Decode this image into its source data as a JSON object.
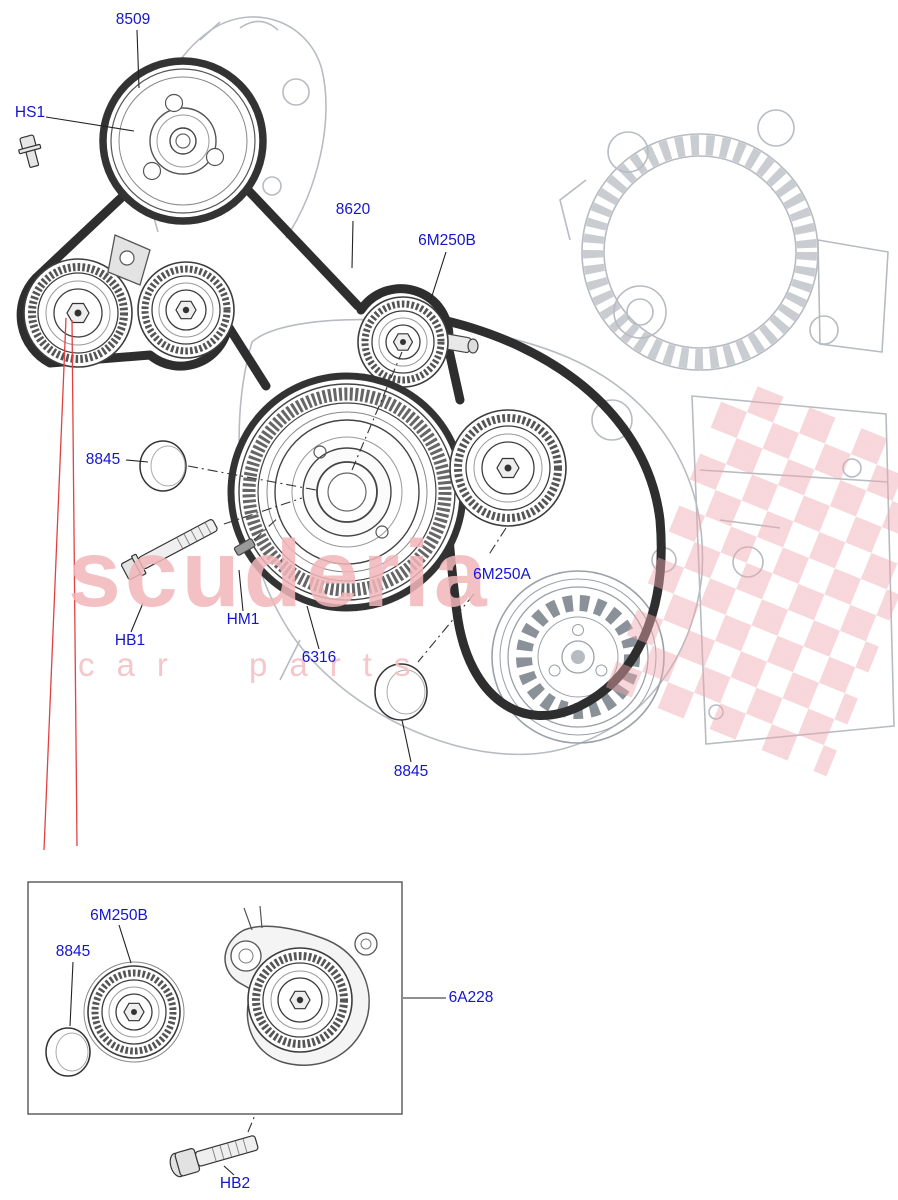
{
  "watermark": {
    "primary": "scuderia",
    "secondary": "car parts"
  },
  "labels": {
    "p8509": "8509",
    "hs1": "HS1",
    "p8620": "8620",
    "p6m250b": "6M250B",
    "p8845_top": "8845",
    "hb1": "HB1",
    "hm1": "HM1",
    "p6316": "6316",
    "p6m250a": "6M250A",
    "p8845_mid": "8845",
    "inset_6m250b": "6M250B",
    "inset_8845": "8845",
    "p6a228": "6A228",
    "hb2": "HB2"
  },
  "colors": {
    "label_blue": "#1414d2",
    "watermark_pink": "#f2b6ba",
    "red_leader": "#e34040",
    "belt_dark": "#2e2e2e",
    "engine_light": "#b7bcc2"
  }
}
